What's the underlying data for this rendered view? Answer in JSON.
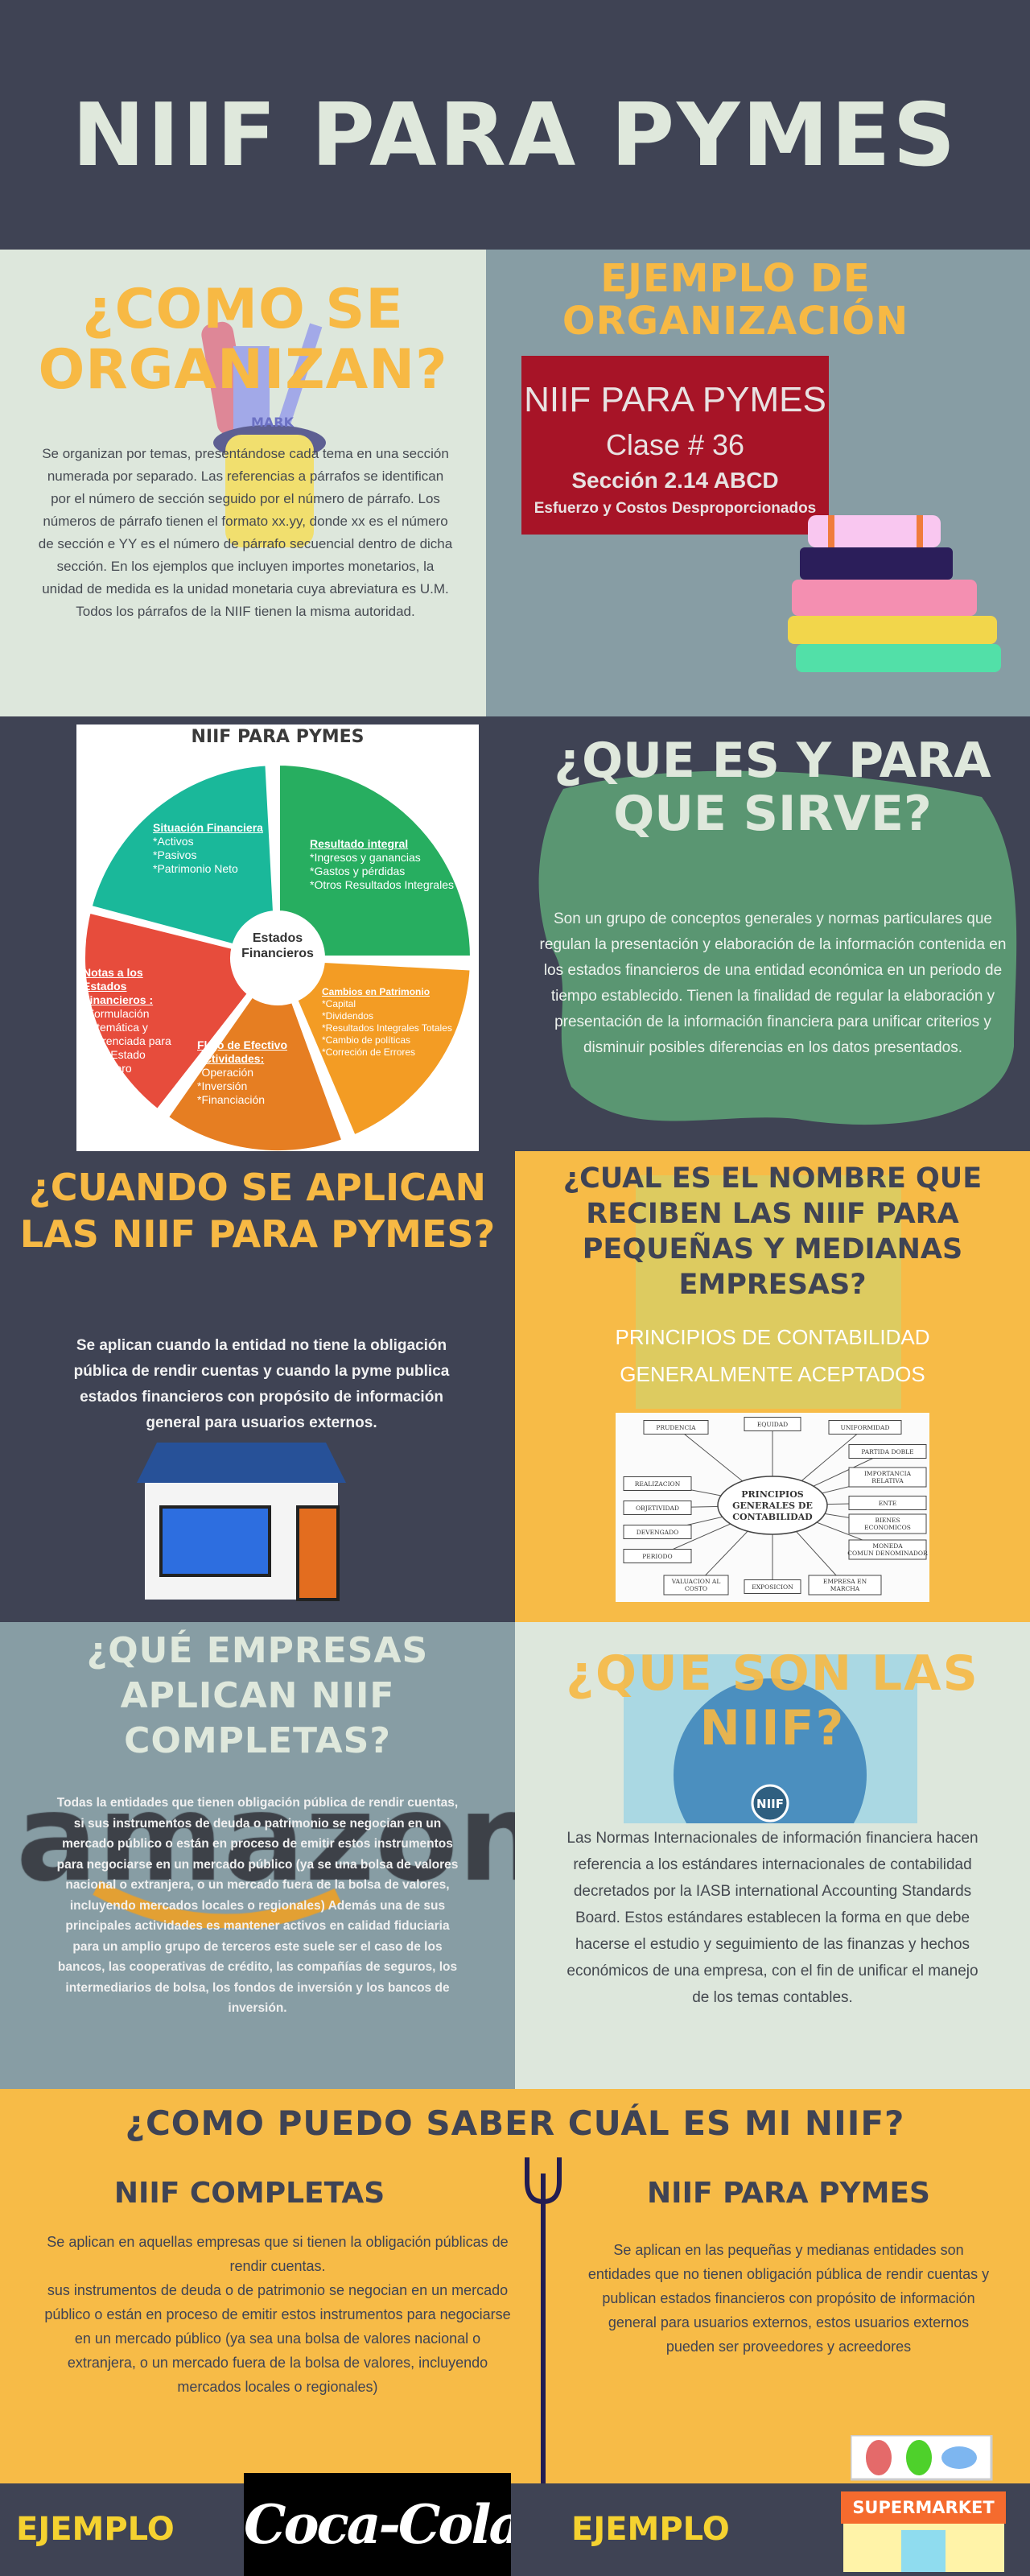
{
  "colors": {
    "dark": "#3f4354",
    "mint": "#dde7dc",
    "slate": "#879da4",
    "orange": "#f7bb47",
    "red": "#a71427",
    "green": "#5a9672",
    "yellow": "#f5d230"
  },
  "header": {
    "title": "NIIF PARA PYMES"
  },
  "organizan": {
    "title": "¿COMO SE ORGANIZAN?",
    "text": "Se organizan por temas, presentándose cada tema en una sección numerada por separado. Las referencias a párrafos se identifican por el número de sección seguido por el número de párrafo. Los números de párrafo tienen el formato xx.yy, donde xx es el número de sección e YY es el número de párrafo secuencial dentro de dicha sección. En los ejemplos que incluyen importes monetarios, la unidad de medida es la unidad monetaria cuya abreviatura es U.M.",
    "text2": "Todos los párrafos de la NIIF tienen la misma autoridad.",
    "pencil_label": "MARK"
  },
  "ejemplo_org": {
    "title": "EJEMPLO DE ORGANIZACIÓN",
    "card": {
      "title": "NIIF PARA PYMES",
      "clase": "Clase # 36",
      "seccion": "Sección 2.14 ABCD",
      "tema": "Esfuerzo y Costos Desproporcionados"
    }
  },
  "pie": {
    "title": "NIIF PARA PYMES",
    "center": "Estados Financieros",
    "segments": [
      {
        "heading": "Situación Financiera",
        "items": [
          "*Activos",
          "*Pasivos",
          "*Patrimonio Neto"
        ],
        "color": "#1ab89a"
      },
      {
        "heading": "Resultado integral",
        "items": [
          "*Ingresos y ganancias",
          "*Gastos y pérdidas",
          "*Otros Resultados Integrales"
        ],
        "color": "#27ae60"
      },
      {
        "heading": "Cambios en Patrimonio",
        "items": [
          "*Capital",
          "*Dividendos",
          "*Resultados Integrales Totales",
          "*Cambio de políticas",
          "*Correción de Errores"
        ],
        "color": "#f39c24"
      },
      {
        "heading": "Flujo de Efectivo Actividades:",
        "items": [
          "*Operación",
          "*Inversión",
          "*Financiación"
        ],
        "color": "#e67e22"
      },
      {
        "heading": "Notas a los Estados Financieros :",
        "items": [
          "*Formulación sistemática y referenciada para cada Estado financiero"
        ],
        "color": "#e74c3c"
      }
    ]
  },
  "que_es": {
    "title": "¿QUE ES Y PARA QUE SIRVE?",
    "text": "Son un grupo de conceptos generales y normas particulares que regulan la presentación y elaboración de la información contenida en los estados financieros de una entidad económica en un periodo de tiempo establecido. Tienen la finalidad de regular la elaboración y presentación de la información financiera para unificar criterios y disminuir posibles diferencias en los datos presentados."
  },
  "cuando": {
    "title": "¿CUANDO SE APLICAN LAS NIIF PARA PYMES?",
    "text": "Se aplican cuando la entidad no tiene la obligación pública de rendir cuentas y cuando la pyme publica estados financieros con propósito de información general para usuarios externos."
  },
  "nombre": {
    "title": "¿CUAL ES EL NOMBRE QUE RECIBEN LAS NIIF PARA PEQUEÑAS Y MEDIANAS EMPRESAS?",
    "answer": "PRINCIPIOS DE CONTABILIDAD GENERALMENTE ACEPTADOS",
    "diagram": {
      "center": "PRINCIPIOS GENERALES DE CONTABILIDAD",
      "boxes": [
        "PRUDENCIA",
        "EQUIDAD",
        "UNIFORMIDAD",
        "PARTIDA DOBLE",
        "IMPORTANCIA RELATIVA",
        "ENTE",
        "BIENES ECONOMICOS",
        "MONEDA COMUN DENOMINADOR",
        "EMPRESA EN MARCHA",
        "EXPOSICION",
        "VALUACION AL COSTO",
        "PERIODO",
        "DEVENGADO",
        "OBJETIVIDAD",
        "REALIZACION"
      ]
    }
  },
  "empresas": {
    "title": "¿QUÉ EMPRESAS APLICAN NIIF COMPLETAS?",
    "logo": "amazon",
    "text": "Todas la entidades que tienen obligación pública de rendir cuentas, si sus instrumentos de deuda o patrimonio se negocian en un mercado público o están en proceso de emitir estos instrumentos para negociarse en un mercado público (ya se una bolsa de valores nacional o extranjera, o un mercado fuera de la bolsa de valores, incluyendo mercados locales o regionales) Además una de sus principales actividades es mantener activos en calidad fiduciaria para un amplio grupo de terceros este suele ser el caso de los bancos, las cooperativas de crédito, las compañías de seguros, los intermediarios de bolsa, los fondos de inversión y los bancos de inversión."
  },
  "que_son": {
    "title": "¿QUE SON LAS NIIF?",
    "globe_label": "NIIF",
    "text": "Las Normas Internacionales de información financiera hacen referencia a los estándares internacionales de contabilidad decretados por la IASB international Accounting Standards Board. Estos estándares establecen la forma en que debe hacerse el estudio y seguimiento de las finanzas y hechos económicos de una empresa, con el fin de unificar el manejo de los temas contables."
  },
  "cual": {
    "title": "¿COMO PUEDO SABER CUÁL ES MI NIIF?",
    "left": {
      "heading": "NIIF COMPLETAS",
      "text": "Se aplican en aquellas empresas  que si tienen la obligación públicas de rendir cuentas.\nsus instrumentos de deuda o de patrimonio se negocian en un mercado público o están en proceso de emitir estos instrumentos para negociarse en un mercado público (ya sea una bolsa de valores nacional o extranjera, o un mercado fuera de la bolsa de valores, incluyendo mercados locales o regionales)"
    },
    "right": {
      "heading": "NIIF PARA PYMES",
      "text": "Se aplican en las pequeñas y medianas entidades son entidades que no tienen obligación pública de rendir cuentas y publican estados financieros con propósito de información general para usuarios externos, estos usuarios externos pueden ser proveedores y acreedores"
    }
  },
  "footer": {
    "left_label": "EJEMPLO",
    "left_logo": "Coca-Cola",
    "right_label": "EJEMPLO",
    "right_logo": "SUPERMARKET"
  }
}
